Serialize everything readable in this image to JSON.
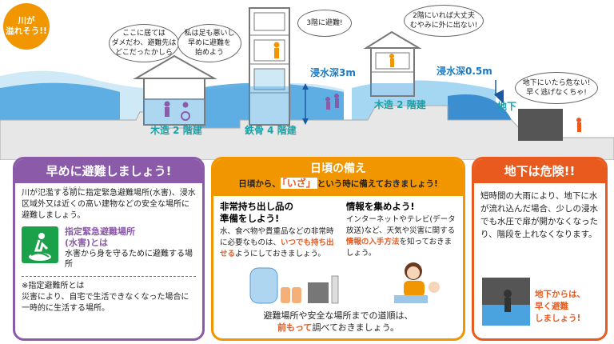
{
  "scene": {
    "warning_badge": "川が\n溢れそう!!",
    "bubble_1": "ここに居ては\nダメだわ、避難先は\nどこだったかしら",
    "bubble_2": "私は足も悪いし\n早めに避難を\n始めよう",
    "bubble_3": "3階に避難!",
    "bubble_4": "2階にいれば大丈夫\nむやみに外に出ない!",
    "bubble_5": "地下にいたら危ない!\n早く逃げなくちゃ!",
    "label_wood2_left": "木造 2 階建",
    "label_steel4": "鉄骨 4 階建",
    "label_wood2_right": "木造 2 階建",
    "label_depth3": "浸水深3m",
    "label_depth05": "浸水深0.5m",
    "label_underground": "地下"
  },
  "panel_left": {
    "title": "早めに避難しましょう!",
    "ruby": "はんらん",
    "body": "川が氾濫する前に指定緊急避難場所(水害)、浸水区域外又は近くの高い建物などの安全な場所に避難しましょう。",
    "sign_title": "指定緊急避難場所\n(水害)とは",
    "sign_desc": "水害から身を守るために避難する場所",
    "note_title": "※指定避難所とは",
    "note_body": "災害により、自宅で生活できなくなった場合に一時的に生活する場所。"
  },
  "panel_middle": {
    "title": "日頃の備え",
    "subtitle_pre": "日頃から、",
    "subtitle_key": "「いざ」",
    "subtitle_post": "という時に備えておきましょう!",
    "col1_title": "非常持ち出し品の\n準備をしよう!",
    "col1_body_pre": "水、食べ物や貴重品などの非常時に必要なものは、",
    "col1_body_em": "いつでも持ち出せる",
    "col1_body_post": "ようにしておきましょう。",
    "col2_title": "情報を集めよう!",
    "col2_body_pre": "インターネットやテレビ(データ放送)など、天気や災害に関する",
    "col2_body_em": "情報の入手方法",
    "col2_body_post": "を知っておきましょう。",
    "bottom_pre": "避難場所や安全な場所までの道順は、",
    "bottom_em": "前もって",
    "bottom_post": "調べておきましょう。"
  },
  "panel_right": {
    "title": "地下は危険!!",
    "body": "短時間の大雨により、地下に水が流れ込んだ場合、少しの浸水でも水圧で扉が開かなくなったり、階段を上れなくなります。",
    "callout": "地下からは、\n早く避難\nしましょう!"
  },
  "colors": {
    "purple": "#8b5aa8",
    "orange": "#f29600",
    "red": "#e85a1e",
    "water": "#4aa3df",
    "teal": "#1aa1a7"
  }
}
